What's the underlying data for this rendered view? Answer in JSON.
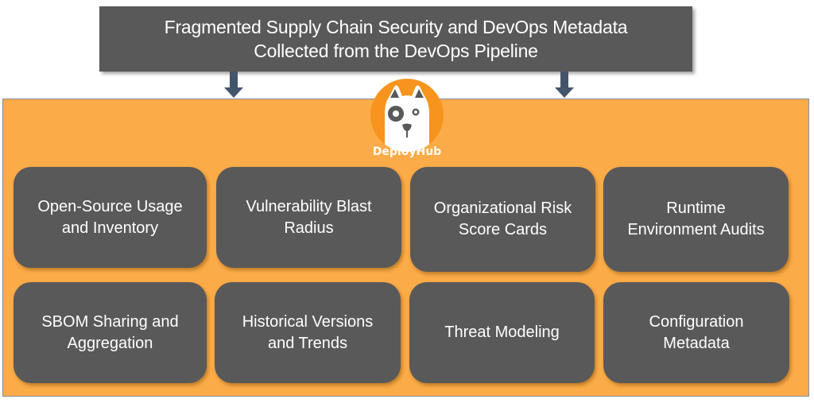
{
  "header": {
    "lines": [
      "Fragmented Supply Chain Security and DevOps Metadata",
      "Collected from the DevOps Pipeline"
    ]
  },
  "logo": {
    "name": "DeployHub",
    "icon": "dog-mascot-icon"
  },
  "colors": {
    "header_bg": "#595959",
    "hub_bg": "#fbab47",
    "logo_bg": "#f7941d",
    "card_bg": "#595959",
    "arrow": "#44546a",
    "text": "#ffffff"
  },
  "cards": [
    {
      "lines": [
        "Open-Source Usage",
        "and Inventory"
      ]
    },
    {
      "lines": [
        "Vulnerability Blast",
        "Radius"
      ]
    },
    {
      "lines": [
        "Organizational Risk",
        "Score Cards"
      ]
    },
    {
      "lines": [
        "Runtime",
        "Environment Audits"
      ]
    },
    {
      "lines": [
        "SBOM Sharing and",
        "Aggregation"
      ]
    },
    {
      "lines": [
        "Historical Versions",
        "and Trends"
      ]
    },
    {
      "lines": [
        "Threat Modeling"
      ]
    },
    {
      "lines": [
        "Configuration",
        "Metadata"
      ]
    }
  ]
}
